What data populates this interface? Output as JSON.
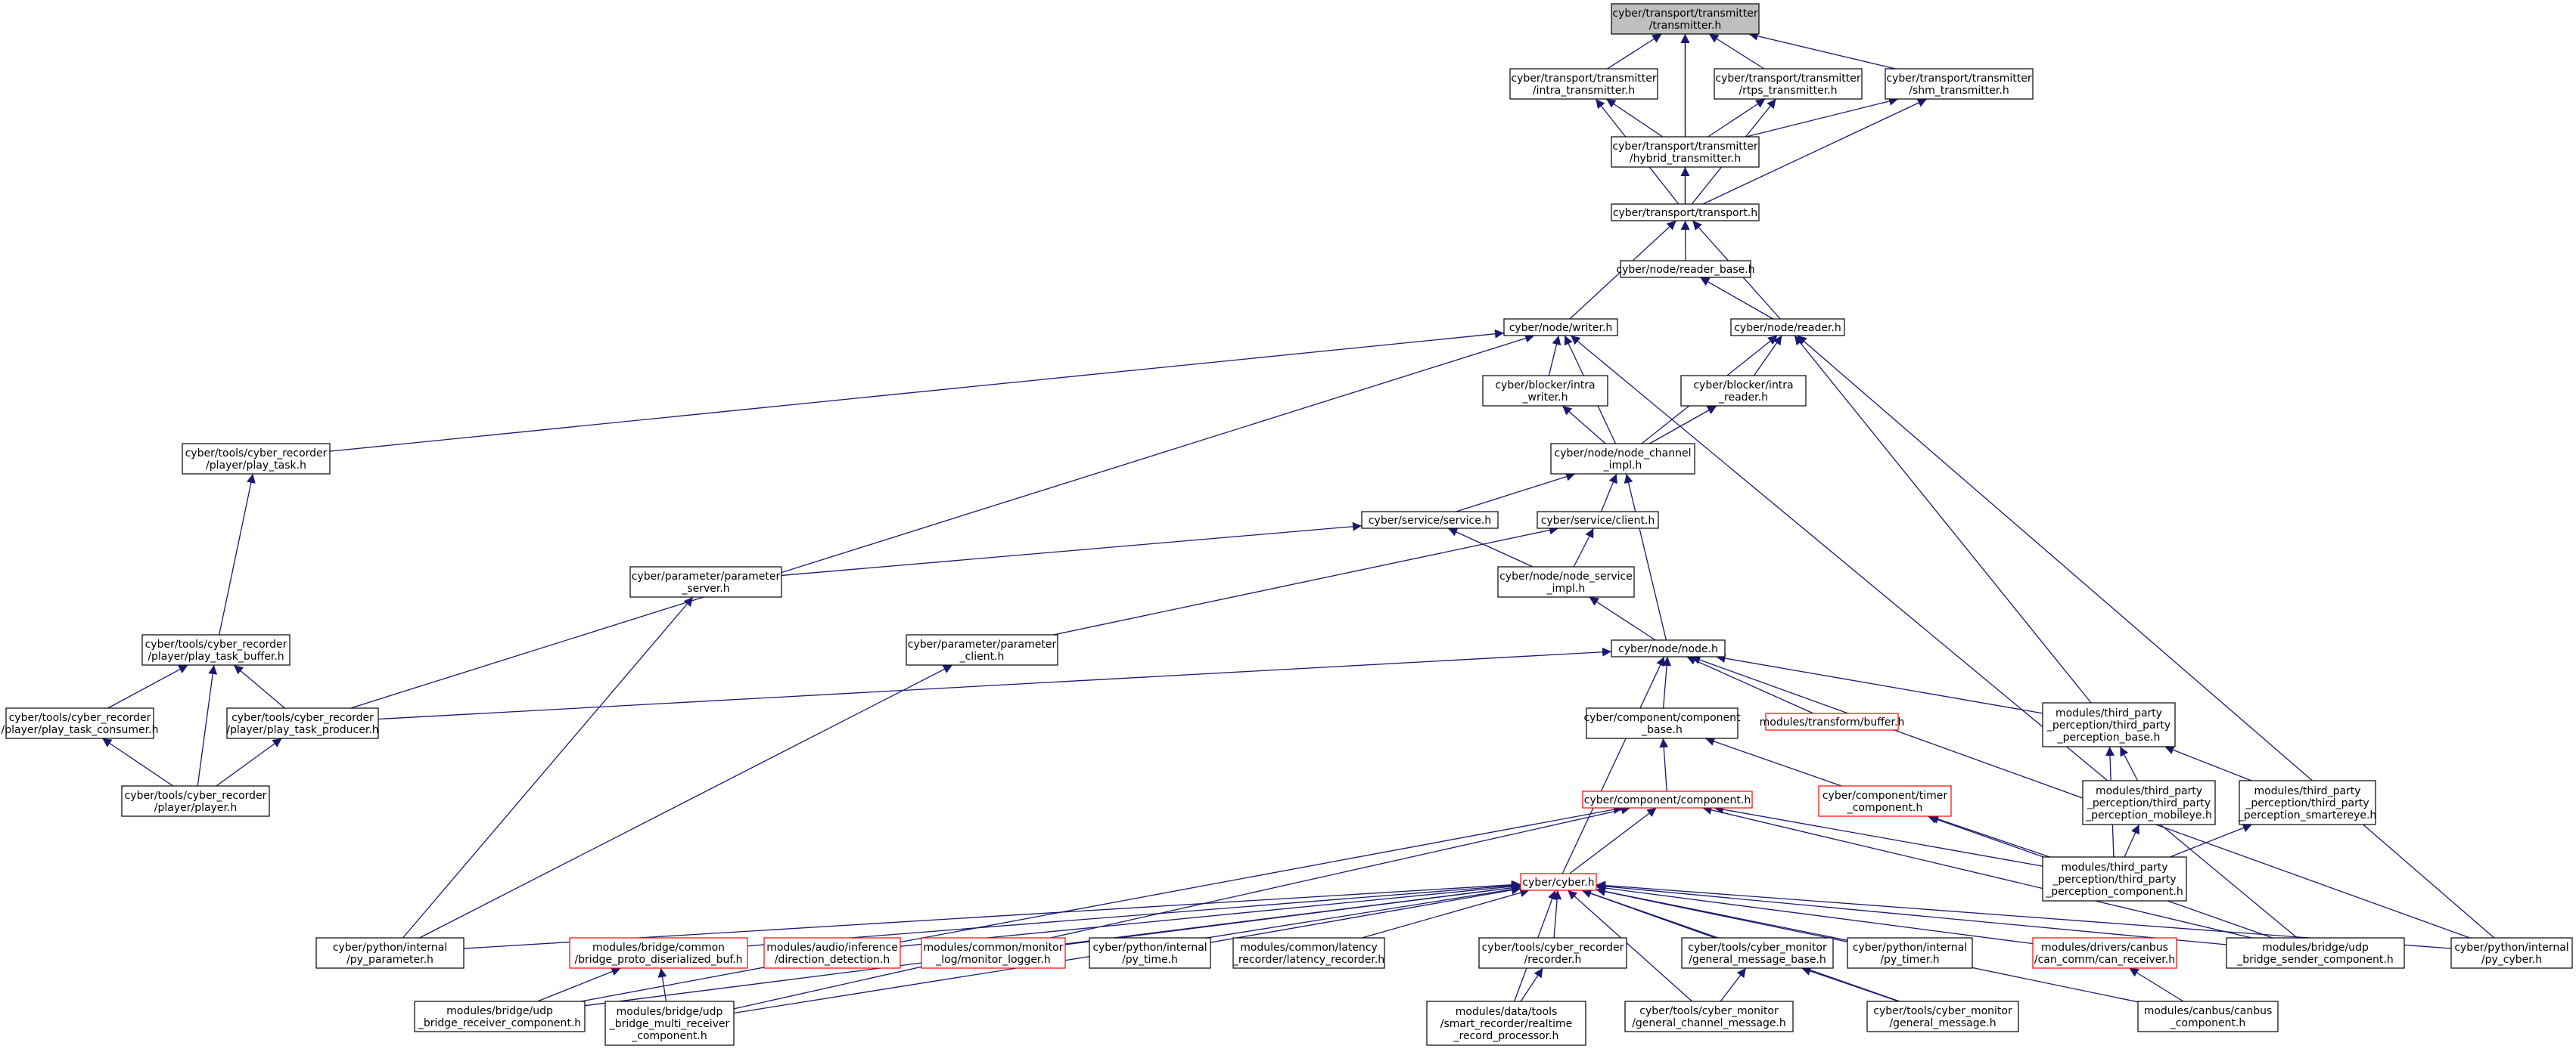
{
  "colors": {
    "edge": "#191970",
    "node_border": "#000000",
    "node_border_truncated": "#ff0000",
    "focus_fill": "#bfbfbf",
    "node_fill": "#ffffff",
    "text": "#000000"
  },
  "nodes": [
    {
      "id": "transmitter",
      "lines": [
        "cyber/transport/transmitter",
        "/transmitter.h"
      ],
      "focus": true
    },
    {
      "id": "intra_tx",
      "lines": [
        "cyber/transport/transmitter",
        "/intra_transmitter.h"
      ]
    },
    {
      "id": "rtps_tx",
      "lines": [
        "cyber/transport/transmitter",
        "/rtps_transmitter.h"
      ]
    },
    {
      "id": "shm_tx",
      "lines": [
        "cyber/transport/transmitter",
        "/shm_transmitter.h"
      ]
    },
    {
      "id": "hybrid_tx",
      "lines": [
        "cyber/transport/transmitter",
        "/hybrid_transmitter.h"
      ]
    },
    {
      "id": "transport",
      "lines": [
        "cyber/transport/transport.h"
      ]
    },
    {
      "id": "reader_base",
      "lines": [
        "cyber/node/reader_base.h"
      ]
    },
    {
      "id": "writer",
      "lines": [
        "cyber/node/writer.h"
      ]
    },
    {
      "id": "reader",
      "lines": [
        "cyber/node/reader.h"
      ]
    },
    {
      "id": "blocker_writer",
      "lines": [
        "cyber/blocker/intra",
        "_writer.h"
      ]
    },
    {
      "id": "blocker_reader",
      "lines": [
        "cyber/blocker/intra",
        "_reader.h"
      ]
    },
    {
      "id": "play_task",
      "lines": [
        "cyber/tools/cyber_recorder",
        "/player/play_task.h"
      ]
    },
    {
      "id": "node_channel",
      "lines": [
        "cyber/node/node_channel",
        "_impl.h"
      ]
    },
    {
      "id": "service",
      "lines": [
        "cyber/service/service.h"
      ]
    },
    {
      "id": "client",
      "lines": [
        "cyber/service/client.h"
      ]
    },
    {
      "id": "param_server",
      "lines": [
        "cyber/parameter/parameter",
        "_server.h"
      ]
    },
    {
      "id": "node_service",
      "lines": [
        "cyber/node/node_service",
        "_impl.h"
      ]
    },
    {
      "id": "param_client",
      "lines": [
        "cyber/parameter/parameter",
        "_client.h"
      ]
    },
    {
      "id": "node",
      "lines": [
        "cyber/node/node.h"
      ]
    },
    {
      "id": "play_task_buffer",
      "lines": [
        "cyber/tools/cyber_recorder",
        "/player/play_task_buffer.h"
      ]
    },
    {
      "id": "play_task_consumer",
      "lines": [
        "cyber/tools/cyber_recorder",
        "/player/play_task_consumer.h"
      ]
    },
    {
      "id": "play_task_producer",
      "lines": [
        "cyber/tools/cyber_recorder",
        "/player/play_task_producer.h"
      ]
    },
    {
      "id": "player",
      "lines": [
        "cyber/tools/cyber_recorder",
        "/player/player.h"
      ]
    },
    {
      "id": "component_base",
      "lines": [
        "cyber/component/component",
        "_base.h"
      ]
    },
    {
      "id": "transform_buffer",
      "lines": [
        "modules/transform/buffer.h"
      ],
      "truncated": true
    },
    {
      "id": "tp_base",
      "lines": [
        "modules/third_party",
        "_perception/third_party",
        "_perception_base.h"
      ]
    },
    {
      "id": "component",
      "lines": [
        "cyber/component/component.h"
      ],
      "truncated": true
    },
    {
      "id": "timer_component",
      "lines": [
        "cyber/component/timer",
        "_component.h"
      ],
      "truncated": true
    },
    {
      "id": "tp_mobileye",
      "lines": [
        "modules/third_party",
        "_perception/third_party",
        "_perception_mobileye.h"
      ]
    },
    {
      "id": "tp_smartereye",
      "lines": [
        "modules/third_party",
        "_perception/third_party",
        "_perception_smartereye.h"
      ]
    },
    {
      "id": "tp_component",
      "lines": [
        "modules/third_party",
        "_perception/third_party",
        "_perception_component.h"
      ]
    },
    {
      "id": "cyber",
      "lines": [
        "cyber/cyber.h"
      ],
      "truncated": true
    },
    {
      "id": "py_parameter",
      "lines": [
        "cyber/python/internal",
        "/py_parameter.h"
      ]
    },
    {
      "id": "bridge_proto_buf",
      "lines": [
        "modules/bridge/common",
        "/bridge_proto_diserialized_buf.h"
      ],
      "truncated": true
    },
    {
      "id": "direction_detection",
      "lines": [
        "modules/audio/inference",
        "/direction_detection.h"
      ],
      "truncated": true
    },
    {
      "id": "monitor_logger",
      "lines": [
        "modules/common/monitor",
        "_log/monitor_logger.h"
      ],
      "truncated": true
    },
    {
      "id": "py_time",
      "lines": [
        "cyber/python/internal",
        "/py_time.h"
      ]
    },
    {
      "id": "latency_recorder",
      "lines": [
        "modules/common/latency",
        "_recorder/latency_recorder.h"
      ]
    },
    {
      "id": "recorder",
      "lines": [
        "cyber/tools/cyber_recorder",
        "/recorder.h"
      ]
    },
    {
      "id": "general_message_base",
      "lines": [
        "cyber/tools/cyber_monitor",
        "/general_message_base.h"
      ]
    },
    {
      "id": "py_timer",
      "lines": [
        "cyber/python/internal",
        "/py_timer.h"
      ]
    },
    {
      "id": "can_receiver",
      "lines": [
        "modules/drivers/canbus",
        "/can_comm/can_receiver.h"
      ],
      "truncated": true
    },
    {
      "id": "udp_sender",
      "lines": [
        "modules/bridge/udp",
        "_bridge_sender_component.h"
      ]
    },
    {
      "id": "py_cyber",
      "lines": [
        "cyber/python/internal",
        "/py_cyber.h"
      ]
    },
    {
      "id": "udp_receiver",
      "lines": [
        "modules/bridge/udp",
        "_bridge_receiver_component.h"
      ]
    },
    {
      "id": "udp_multi_receiver",
      "lines": [
        "modules/bridge/udp",
        "_bridge_multi_receiver",
        "_component.h"
      ]
    },
    {
      "id": "realtime_record",
      "lines": [
        "modules/data/tools",
        "/smart_recorder/realtime",
        "_record_processor.h"
      ]
    },
    {
      "id": "general_channel_message",
      "lines": [
        "cyber/tools/cyber_monitor",
        "/general_channel_message.h"
      ]
    },
    {
      "id": "general_message",
      "lines": [
        "cyber/tools/cyber_monitor",
        "/general_message.h"
      ]
    },
    {
      "id": "canbus_component",
      "lines": [
        "modules/canbus/canbus",
        "_component.h"
      ]
    }
  ],
  "edges": [
    [
      "intra_tx",
      "transmitter"
    ],
    [
      "rtps_tx",
      "transmitter"
    ],
    [
      "shm_tx",
      "transmitter"
    ],
    [
      "hybrid_tx",
      "transmitter"
    ],
    [
      "transport",
      "transmitter"
    ],
    [
      "hybrid_tx",
      "intra_tx"
    ],
    [
      "hybrid_tx",
      "rtps_tx"
    ],
    [
      "hybrid_tx",
      "shm_tx"
    ],
    [
      "transport",
      "intra_tx"
    ],
    [
      "transport",
      "rtps_tx"
    ],
    [
      "transport",
      "shm_tx"
    ],
    [
      "transport",
      "hybrid_tx"
    ],
    [
      "reader_base",
      "transport"
    ],
    [
      "writer",
      "transport"
    ],
    [
      "reader",
      "transport"
    ],
    [
      "reader",
      "reader_base"
    ],
    [
      "blocker_writer",
      "writer"
    ],
    [
      "node_channel",
      "writer"
    ],
    [
      "play_task",
      "writer"
    ],
    [
      "play_task_producer",
      "writer"
    ],
    [
      "udp_sender",
      "writer"
    ],
    [
      "blocker_reader",
      "reader"
    ],
    [
      "node_channel",
      "reader"
    ],
    [
      "tp_base",
      "reader"
    ],
    [
      "py_cyber",
      "reader"
    ],
    [
      "node_channel",
      "blocker_writer"
    ],
    [
      "node_channel",
      "blocker_reader"
    ],
    [
      "service",
      "node_channel"
    ],
    [
      "client",
      "node_channel"
    ],
    [
      "node",
      "node_channel"
    ],
    [
      "param_server",
      "service"
    ],
    [
      "node_service",
      "service"
    ],
    [
      "node_service",
      "client"
    ],
    [
      "param_client",
      "client"
    ],
    [
      "node",
      "node_service"
    ],
    [
      "py_parameter",
      "param_server"
    ],
    [
      "py_parameter",
      "param_client"
    ],
    [
      "play_task_buffer",
      "play_task"
    ],
    [
      "play_task_consumer",
      "play_task_buffer"
    ],
    [
      "play_task_producer",
      "play_task_buffer"
    ],
    [
      "player",
      "play_task_buffer"
    ],
    [
      "player",
      "play_task_consumer"
    ],
    [
      "player",
      "play_task_producer"
    ],
    [
      "play_task_producer",
      "node"
    ],
    [
      "component_base",
      "node"
    ],
    [
      "transform_buffer",
      "node"
    ],
    [
      "tp_base",
      "node"
    ],
    [
      "cyber",
      "node"
    ],
    [
      "py_cyber",
      "node"
    ],
    [
      "component",
      "component_base"
    ],
    [
      "timer_component",
      "component_base"
    ],
    [
      "tp_mobileye",
      "tp_base"
    ],
    [
      "tp_smartereye",
      "tp_base"
    ],
    [
      "tp_component",
      "tp_base"
    ],
    [
      "tp_component",
      "tp_mobileye"
    ],
    [
      "tp_component",
      "tp_smartereye"
    ],
    [
      "cyber",
      "component"
    ],
    [
      "tp_component",
      "component"
    ],
    [
      "udp_receiver",
      "component"
    ],
    [
      "udp_multi_receiver",
      "component"
    ],
    [
      "udp_sender",
      "component"
    ],
    [
      "tp_component",
      "timer_component"
    ],
    [
      "udp_sender",
      "timer_component"
    ],
    [
      "py_parameter",
      "cyber"
    ],
    [
      "bridge_proto_buf",
      "cyber"
    ],
    [
      "direction_detection",
      "cyber"
    ],
    [
      "monitor_logger",
      "cyber"
    ],
    [
      "py_time",
      "cyber"
    ],
    [
      "latency_recorder",
      "cyber"
    ],
    [
      "recorder",
      "cyber"
    ],
    [
      "general_message_base",
      "cyber"
    ],
    [
      "py_timer",
      "cyber"
    ],
    [
      "can_receiver",
      "cyber"
    ],
    [
      "udp_sender",
      "cyber"
    ],
    [
      "py_cyber",
      "cyber"
    ],
    [
      "udp_receiver",
      "cyber"
    ],
    [
      "udp_multi_receiver",
      "cyber"
    ],
    [
      "realtime_record",
      "cyber"
    ],
    [
      "general_channel_message",
      "cyber"
    ],
    [
      "general_message",
      "cyber"
    ],
    [
      "canbus_component",
      "cyber"
    ],
    [
      "udp_receiver",
      "bridge_proto_buf"
    ],
    [
      "udp_multi_receiver",
      "bridge_proto_buf"
    ],
    [
      "realtime_record",
      "recorder"
    ],
    [
      "general_channel_message",
      "general_message_base"
    ],
    [
      "general_message",
      "general_message_base"
    ],
    [
      "canbus_component",
      "can_receiver"
    ]
  ]
}
